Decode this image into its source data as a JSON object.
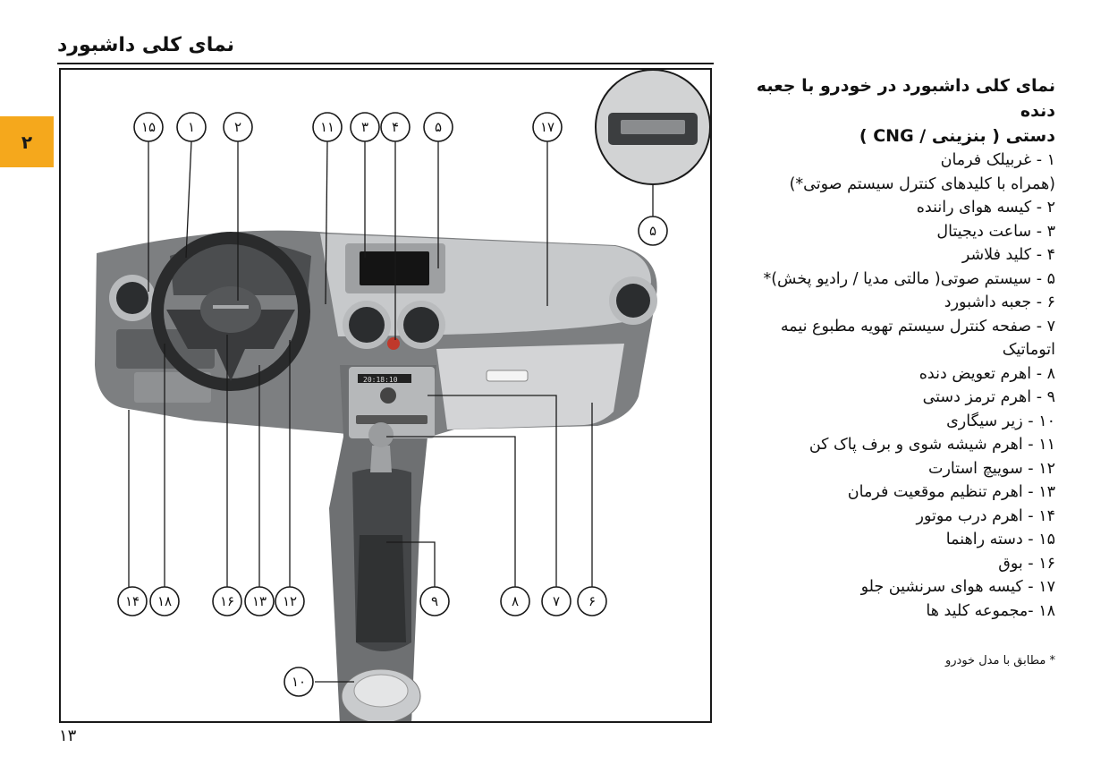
{
  "page": {
    "title": "نمای کلی داشبورد",
    "chapter": "۲",
    "number": "۱۳"
  },
  "figure": {
    "callouts": [
      "۱۵",
      "۱",
      "۲",
      "۱۱",
      "۳",
      "۴",
      "۵",
      "۱۷",
      "۵",
      "۱۴",
      "۱۸",
      "۱۶",
      "۱۳",
      "۱۲",
      "۹",
      "۸",
      "۷",
      "۶",
      "۱۰"
    ],
    "clock_display": "20:18:10"
  },
  "text": {
    "heading_line1": "نمای کلی داشبورد در خودرو با جعبه دنده",
    "heading_line2": "دستی ( بنزینی / CNG )",
    "items": [
      "۱ - غربیلک فرمان",
      "(همراه با کلیدهای کنترل سیستم صوتی*)",
      "۲ - کیسه هوای راننده",
      "۳ - ساعت دیجیتال",
      "۴ - کلید فلاشر",
      "۵ - سیستم صوتی( مالتی مدیا / رادیو پخش)*",
      "۶ - جعبه داشبورد",
      "۷ - صفحه کنترل سیستم تهویه مطبوع نیمه",
      "اتوماتیک",
      "۸ - اهرم تعویض دنده",
      "۹ - اهرم ترمز دستی",
      "۱۰ - زیر سیگاری",
      "۱۱ - اهرم شیشه شوی و برف پاک کن",
      "۱۲ - سوییچ استارت",
      "۱۳ - اهرم تنظیم موقعیت فرمان",
      "۱۴ - اهرم درب موتور",
      "۱۵ - دسته راهنما",
      "۱۶ - بوق",
      "۱۷ - کیسه هوای سرنشین جلو",
      "۱۸ -مجموعه کلید ها"
    ],
    "footnote": "* مطابق با مدل خودرو"
  }
}
